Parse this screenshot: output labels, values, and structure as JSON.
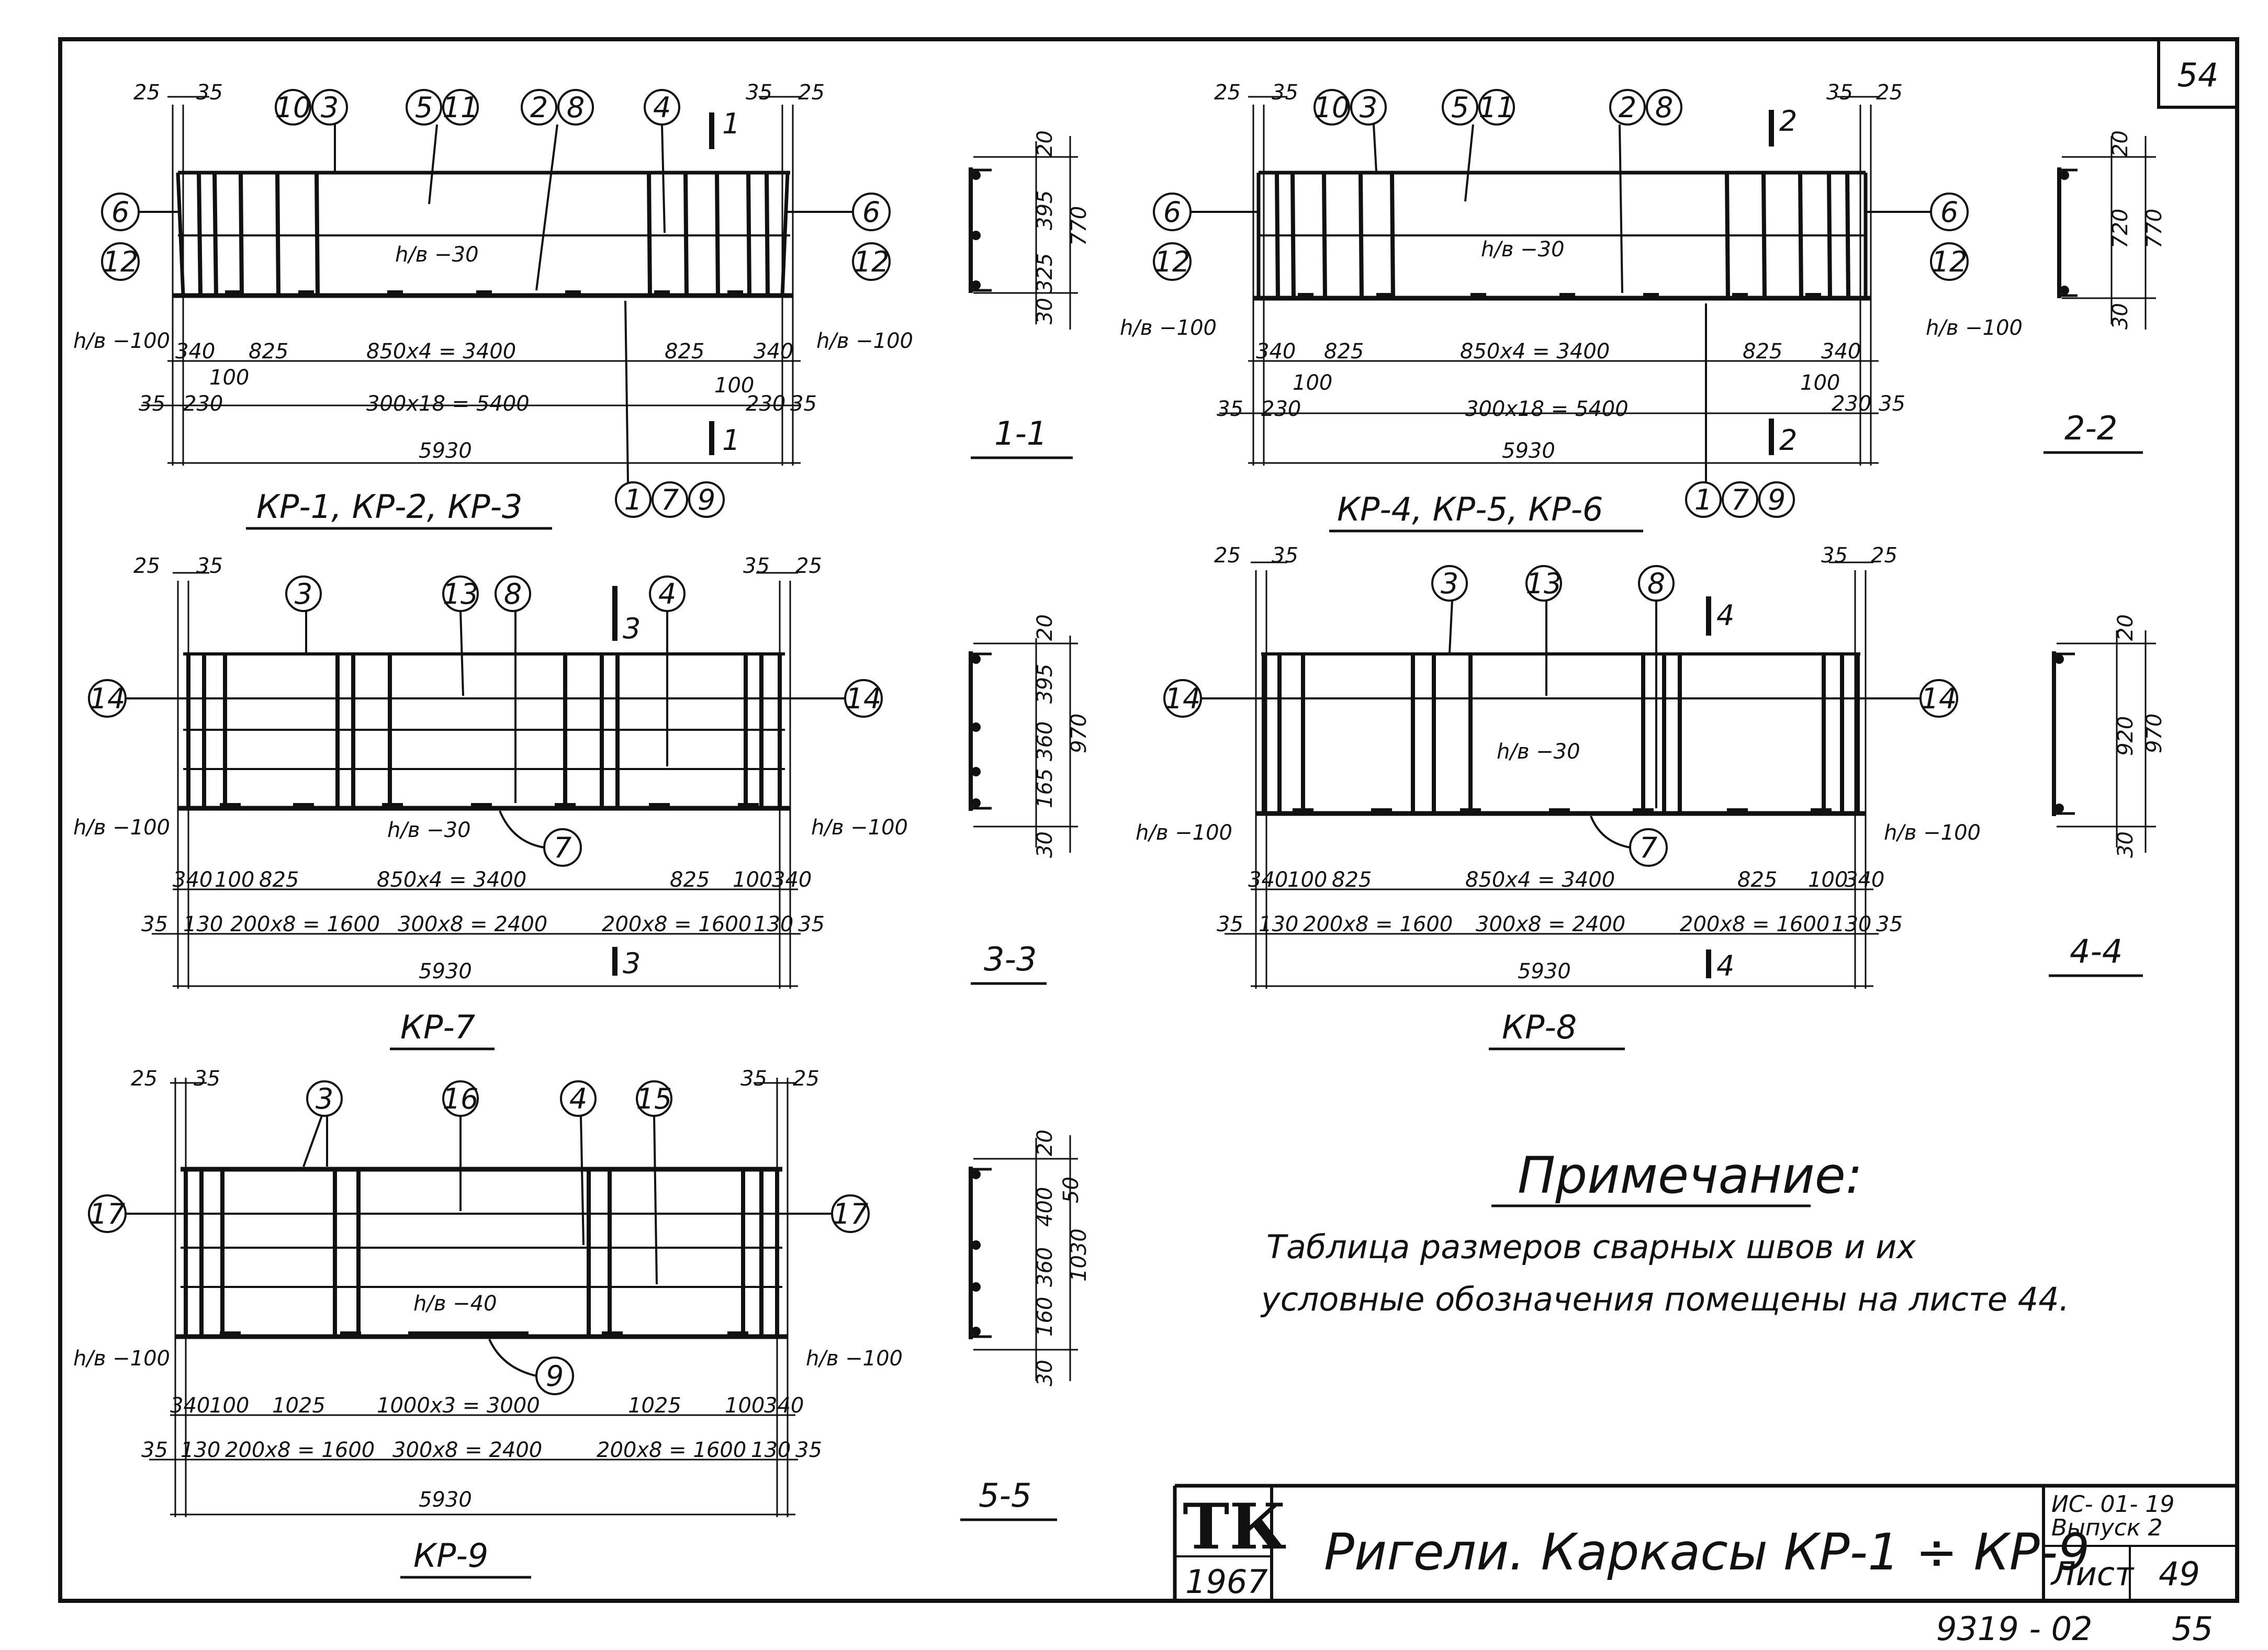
{
  "sheet": {
    "corner_number": "54",
    "bottom_code": "9319 - 02",
    "bottom_page": "55"
  },
  "frames": [
    {
      "id": "kr1",
      "title": "КР-1, КР-2, КР-3",
      "cut_mark": "1",
      "callouts_top": [
        "10",
        "3",
        "5",
        "11",
        "2",
        "8",
        "4"
      ],
      "callouts_side": [
        "6",
        "12"
      ],
      "callouts_bottom": [
        "1",
        "7",
        "9"
      ],
      "end_label": "h/в −100",
      "weld_label": "h/в −30",
      "dims_top": [
        "25",
        "35",
        "35",
        "25"
      ],
      "dim_row1": [
        "340",
        "825",
        "850х4 = 3400",
        "825",
        "340"
      ],
      "dim_small": [
        "100",
        "100"
      ],
      "dim_row2": [
        "35",
        "230",
        "300х18 = 5400",
        "230",
        "35"
      ],
      "overall": "5930"
    },
    {
      "id": "kr4",
      "title": "КР-4, КР-5, КР-6",
      "cut_mark": "2",
      "callouts_top": [
        "10",
        "3",
        "5",
        "11",
        "2",
        "8"
      ],
      "callouts_side": [
        "6",
        "12"
      ],
      "callouts_bottom": [
        "1",
        "7",
        "9"
      ],
      "end_label": "h/в −100",
      "weld_label": "h/в −30",
      "dims_top": [
        "25",
        "35",
        "35",
        "25"
      ],
      "dim_row1": [
        "340",
        "825",
        "850х4 = 3400",
        "825",
        "340"
      ],
      "dim_small": [
        "100",
        "100"
      ],
      "dim_row2": [
        "35",
        "230",
        "300х18 = 5400",
        "230",
        "35"
      ],
      "overall": "5930"
    },
    {
      "id": "kr7",
      "title": "КР-7",
      "cut_mark": "3",
      "callouts_top": [
        "3",
        "13",
        "8",
        "4"
      ],
      "callouts_side": [
        "14"
      ],
      "callouts_bottom": [
        "7"
      ],
      "end_label": "h/в −100",
      "weld_label": "h/в −30",
      "dims_top": [
        "25",
        "35",
        "35",
        "25"
      ],
      "dim_row1": [
        "340",
        "100",
        "825",
        "850х4 = 3400",
        "825",
        "100",
        "340"
      ],
      "dim_row2": [
        "35",
        "130",
        "200х8 = 1600",
        "300х8 = 2400",
        "200х8 = 1600",
        "130",
        "35"
      ],
      "overall": "5930"
    },
    {
      "id": "kr8",
      "title": "КР-8",
      "cut_mark": "4",
      "callouts_top": [
        "3",
        "13",
        "8"
      ],
      "callouts_side": [
        "14"
      ],
      "callouts_bottom": [
        "7"
      ],
      "end_label": "h/в −100",
      "weld_label": "h/в −30",
      "dims_top": [
        "25",
        "35",
        "35",
        "25"
      ],
      "dim_row1": [
        "340",
        "100",
        "825",
        "850х4 = 3400",
        "825",
        "100",
        "340"
      ],
      "dim_row2": [
        "35",
        "130",
        "200х8 = 1600",
        "300х8 = 2400",
        "200х8 = 1600",
        "130",
        "35"
      ],
      "overall": "5930"
    },
    {
      "id": "kr9",
      "title": "КР-9",
      "callouts_top": [
        "3",
        "16",
        "4",
        "15"
      ],
      "callouts_side": [
        "17"
      ],
      "callouts_bottom": [
        "9"
      ],
      "end_label": "h/в −100",
      "weld_label": "h/в −40",
      "dims_top": [
        "25",
        "35",
        "35",
        "25"
      ],
      "dim_row1": [
        "340",
        "100",
        "1025",
        "1000х3 = 3000",
        "1025",
        "100",
        "340"
      ],
      "dim_row2": [
        "35",
        "130",
        "200х8 = 1600",
        "300х8 = 2400",
        "200х8 = 1600",
        "130",
        "35"
      ],
      "overall": "5930"
    }
  ],
  "sections": [
    {
      "id": "s1",
      "label": "1-1",
      "dims": [
        "20",
        "395",
        "325",
        "30"
      ],
      "total": "770"
    },
    {
      "id": "s2",
      "label": "2-2",
      "dims": [
        "20",
        "720",
        "30"
      ],
      "total": "770"
    },
    {
      "id": "s3",
      "label": "3-3",
      "dims": [
        "20",
        "395",
        "360",
        "165",
        "30"
      ],
      "total": "970"
    },
    {
      "id": "s4",
      "label": "4-4",
      "dims": [
        "20",
        "920",
        "30"
      ],
      "total": "970"
    },
    {
      "id": "s5",
      "label": "5-5",
      "dims": [
        "20",
        "400",
        "360",
        "160",
        "30"
      ],
      "total": "1030",
      "extra": "50"
    }
  ],
  "note": {
    "heading": "Примечание:",
    "line1": "Таблица   размеров   сварных   швов   и   их",
    "line2": "условные   обозначения   помещены  на   листе  44."
  },
  "title_block": {
    "logo": "ТК",
    "year": "1967",
    "title": "Ригели.  Каркасы  КР-1 ÷ КР-9",
    "series": "ИС- 01- 19",
    "issue": "Выпуск 2",
    "sheet_label": "Лист",
    "sheet_no": "49"
  }
}
